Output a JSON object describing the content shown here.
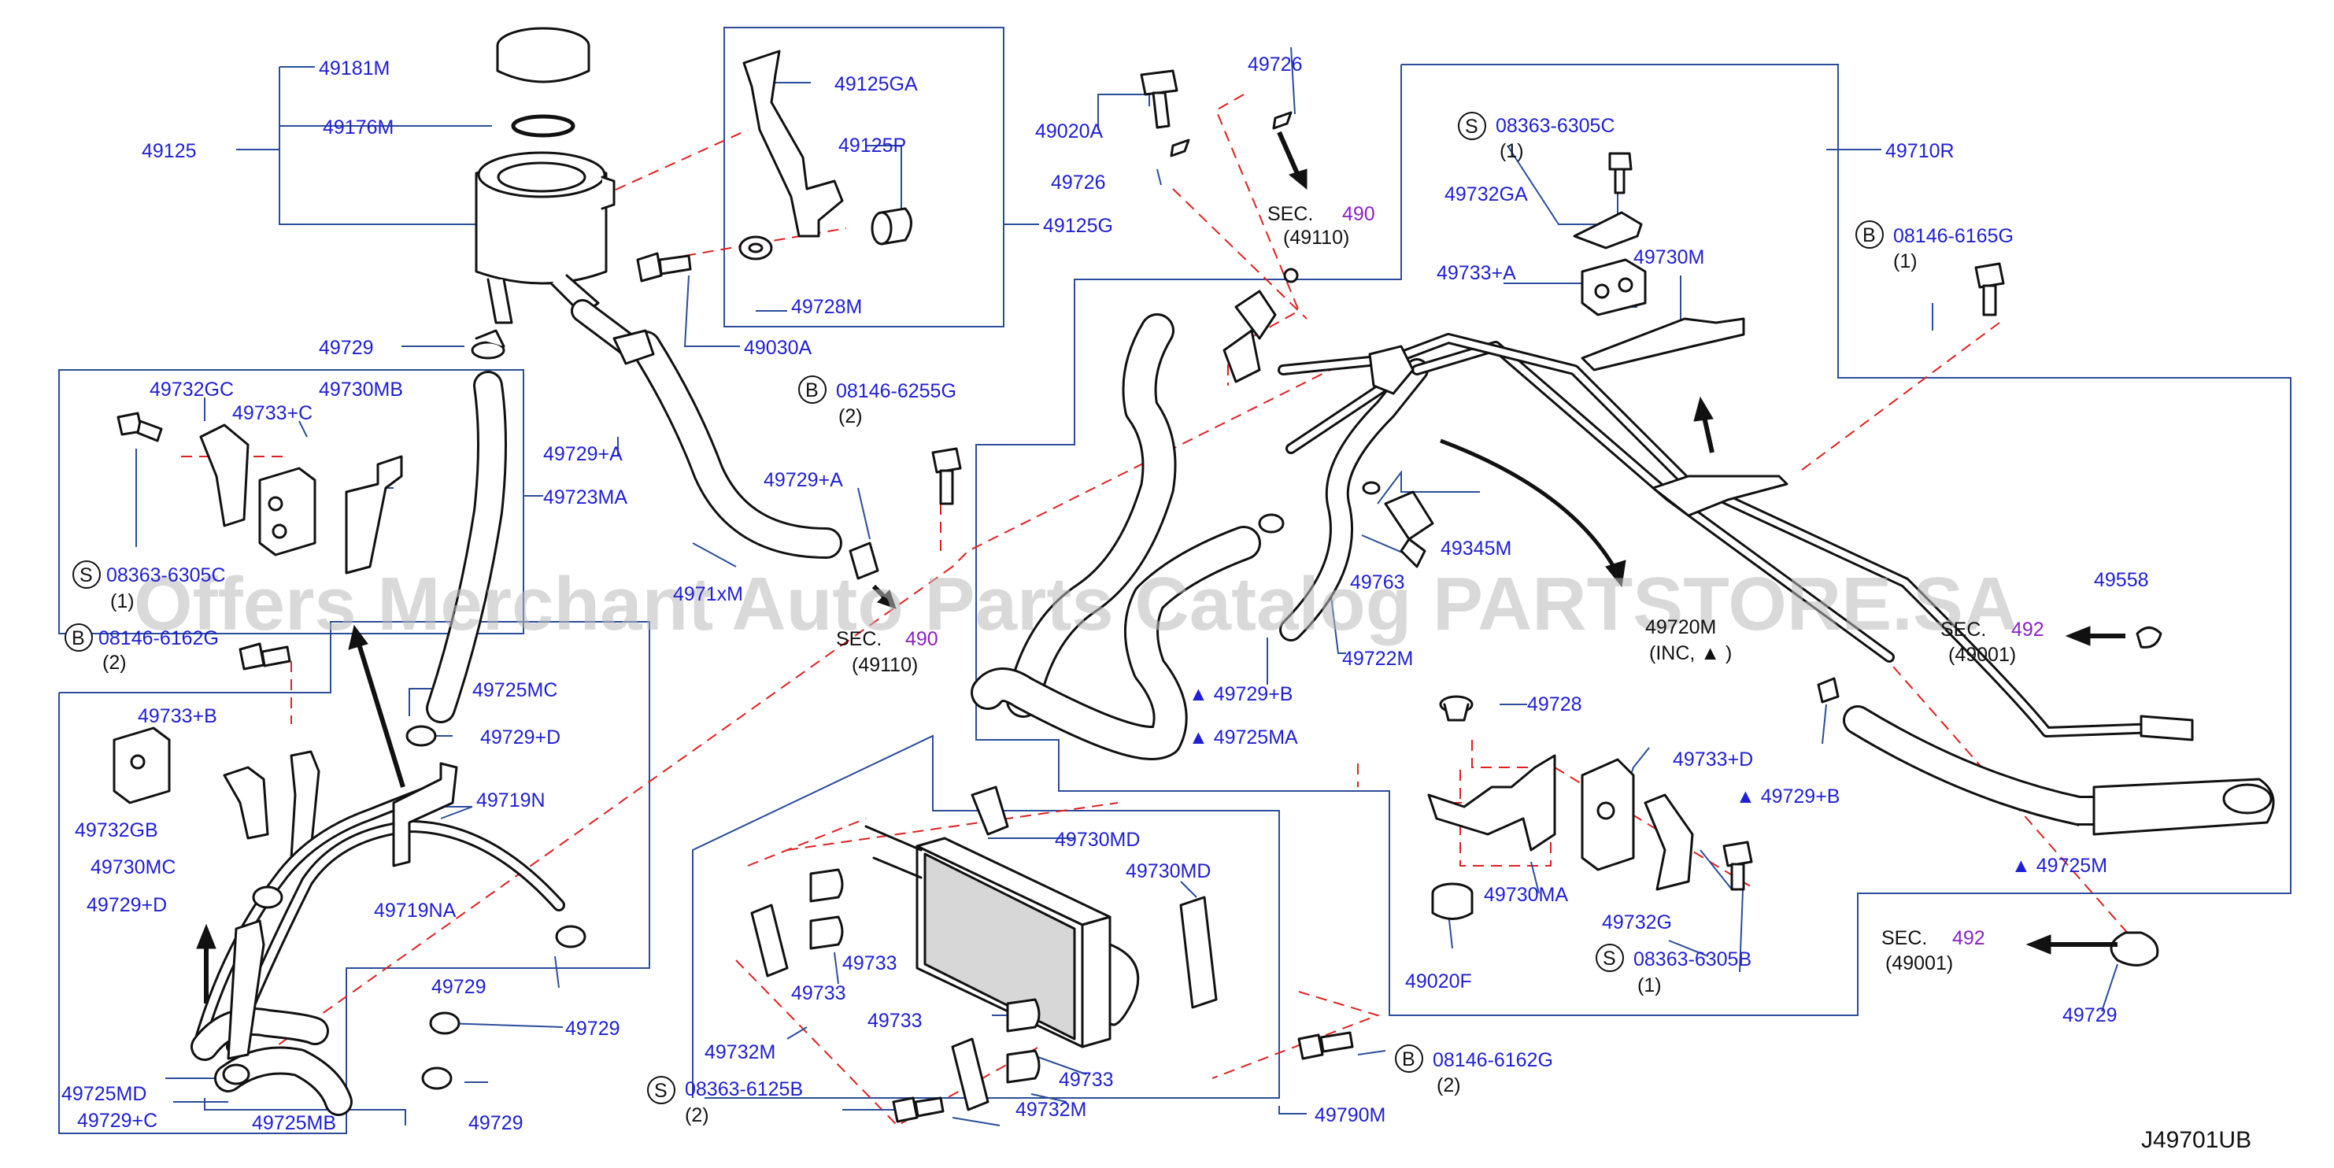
{
  "diagram_code": "J49701UB",
  "watermark": "Offers Merchant Auto Parts Catalog PARTSTORE.SA",
  "colors": {
    "label": "#1f1fd6",
    "section_link": "#8a22c4",
    "leader": "#2b4d9b",
    "dashed": "#e02020",
    "parts": "#111111"
  },
  "labels": {
    "p49181M": "49181M",
    "p49176M": "49176M",
    "p49125": "49125",
    "p49729_top": "49729",
    "p49125GA": "49125GA",
    "p49125P": "49125P",
    "p49125G": "49125G",
    "p49728M": "49728M",
    "p49030A": "49030A",
    "p49020A": "49020A",
    "p49726_a": "49726",
    "p49726_b": "49726",
    "p49729A_1": "49729+A",
    "p49729A_2": "49729+A",
    "p49723MA": "49723MA",
    "p4971xM": "4971xM",
    "p49732GC": "49732GC",
    "p49733C": "49733+C",
    "p49730MB": "49730MB",
    "s08363_6305C_left": "08363-6305C",
    "qty_s_left": "(1)",
    "b08146_6162G_left": "08146-6162G",
    "qty_b_left": "(2)",
    "p49733B": "49733+B",
    "p49732GB": "49732GB",
    "p49730MC": "49730MC",
    "p49729D_1": "49729+D",
    "p49725MC": "49725MC",
    "p49729D_2": "49729+D",
    "p49719N": "49719N",
    "p49719NA": "49719NA",
    "p49729_mid": "49729",
    "p49729_mid2": "49729",
    "p49729_mid3": "49729",
    "p49725MD": "49725MD",
    "p49729C": "49729+C",
    "p49725MB": "49725MB",
    "b08146_6255G": "08146-6255G",
    "qty_b_6255G": "(2)",
    "sec490_a_word": "SEC.",
    "sec490_a_num": "490",
    "sec490_a_ref": "(49110)",
    "sec490_b_word": "SEC.",
    "sec490_b_num": "490",
    "sec490_b_ref": "(49110)",
    "p49730MD_1": "49730MD",
    "p49730MD_2": "49730MD",
    "p49733_1": "49733",
    "p49733_2": "49733",
    "p49733_3": "49733",
    "p49733_4": "49733",
    "p49732M_1": "49732M",
    "p49732M_2": "49732M",
    "s08363_6125B": "08363-6125B",
    "qty_s_6125B": "(2)",
    "b08146_6162G_mid": "08146-6162G",
    "qty_b_mid": "(2)",
    "p49790M": "49790M",
    "s08363_6305C_right": "08363-6305C",
    "qty_s_right": "(1)",
    "p49732GA": "49732GA",
    "p49733A": "49733+A",
    "p49730M": "49730M",
    "p49710R": "49710R",
    "b08146_6165G": "08146-6165G",
    "qty_b_6165G": "(1)",
    "p49345M": "49345M",
    "p49763": "49763",
    "p49722M": "49722M",
    "p49729B_1": "▲ 49729+B",
    "p49725MA": "▲ 49725MA",
    "p49720M": "49720M",
    "p49720M_inc": "(INC, ▲ )",
    "sec492_a_word": "SEC.",
    "sec492_a_num": "492",
    "sec492_a_ref": "(49001)",
    "sec492_b_word": "SEC.",
    "sec492_b_num": "492",
    "sec492_b_ref": "(49001)",
    "p4955x": "49558",
    "p49728": "49728",
    "p49733D": "49733+D",
    "p49729B_2": "▲ 49729+B",
    "p49730MA": "49730MA",
    "p49732G": "49732G",
    "p49020F": "49020F",
    "s08363_6305B": "08363-6305B",
    "qty_s_6305B": "(1)",
    "p49725M": "▲ 49725M",
    "p49729_right": "49729"
  },
  "prefix_letters": {
    "s": "S",
    "b": "B"
  }
}
